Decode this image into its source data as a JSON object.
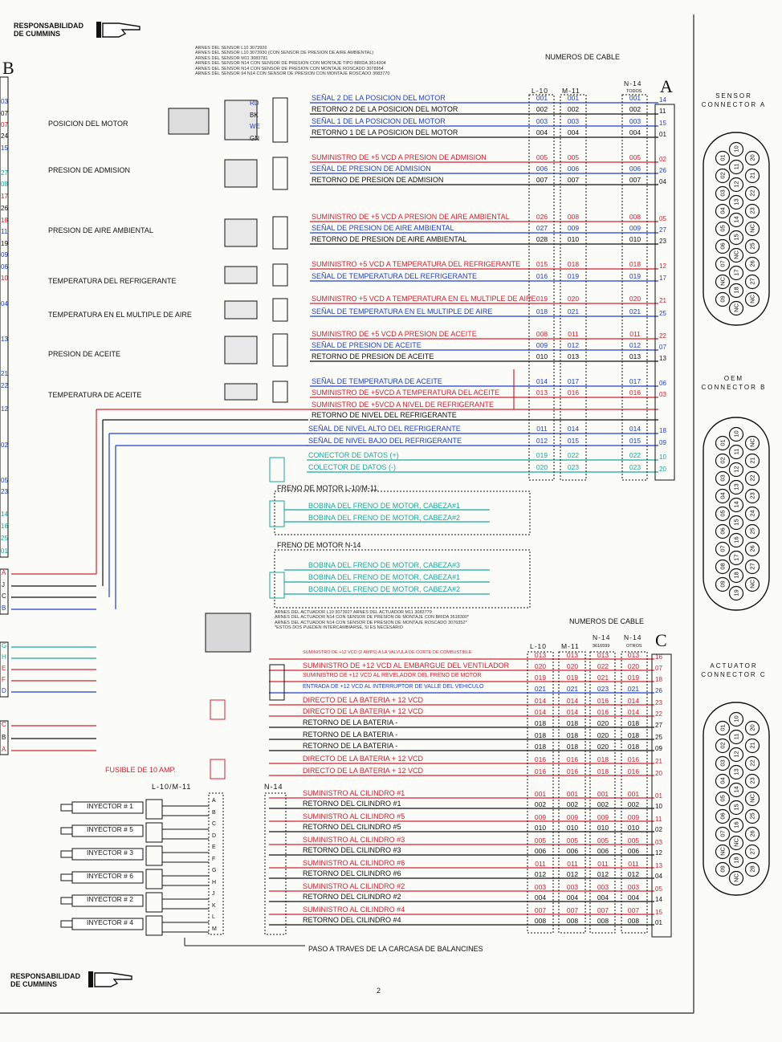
{
  "header": {
    "responsibility": [
      "RESPONSABILIDAD",
      "DE CUMMINS"
    ]
  },
  "footer": {
    "responsibility": [
      "RESPONSABILIDAD",
      "DE CUMMINS"
    ],
    "page_number": "2"
  },
  "connector_b_label": "B",
  "harness_notes": [
    "ARNES DEL SENSOR L10 3073926",
    "ARNES DEL SENSOR L10 3073930 (CON SENSOR DE PRESION DE AIRE AMBIENTAL)",
    "ARNES DEL SENSOR M11 3083781",
    "ARNES DEL SENSOR N14 CON SENSOR DE PRESION CON MONTAJE TIPO BRIDA 3614304",
    "ARNES DEL SENSOR N14 CON SENSOR DE PRESION CON MONTAJE ROSCADO 3078954",
    "ARNES DEL SENSOR 94 N14 CON SENSOR DE PRESION CON MONTAJE ROSCADO 3083770"
  ],
  "cable_numbers_title": "NUMEROS DE CABLE",
  "section_a": {
    "letter": "A",
    "columns": [
      "L-10",
      "M-11",
      "N-14"
    ],
    "n14_sub": "TODOS",
    "sensors": [
      "POSICION DEL MOTOR",
      "PRESION DE ADMISION",
      "PRESION DE AIRE AMBIENTAL",
      "TEMPERATURA DEL REFRIGERANTE",
      "TEMPERATURA EN EL MULTIPLE DE AIRE",
      "PRESION DE ACEITE",
      "TEMPERATURA DE ACEITE"
    ],
    "wire_colors": [
      "RD",
      "BK",
      "WE",
      "GN"
    ],
    "signals": [
      {
        "text": "SEÑAL 2 DE LA POSICION DEL MOTOR",
        "color": "#1f3fc8",
        "cols": [
          "001",
          "001",
          "001"
        ],
        "pin": "14"
      },
      {
        "text": "RETORNO 2 DE LA POSICION DEL MOTOR",
        "color": "#111",
        "cols": [
          "002",
          "002",
          "002"
        ],
        "pin": "11"
      },
      {
        "text": "SEÑAL 1 DE LA POSICION DEL MOTOR",
        "color": "#1f3fc8",
        "cols": [
          "003",
          "003",
          "003"
        ],
        "pin": "15"
      },
      {
        "text": "RETORNO 1 DE LA POSICION DEL MOTOR",
        "color": "#111",
        "cols": [
          "004",
          "004",
          "004"
        ],
        "pin": "01"
      },
      {
        "text": "SUMINISTRO DE +5 VCD A PRESION DE ADMISION",
        "color": "#d42030",
        "cols": [
          "005",
          "005",
          "005"
        ],
        "pin": "02"
      },
      {
        "text": "SEÑAL DE PRESION DE ADMISION",
        "color": "#1f3fc8",
        "cols": [
          "006",
          "006",
          "006"
        ],
        "pin": "26"
      },
      {
        "text": "RETORNO DE PRESION DE ADMISION",
        "color": "#111",
        "cols": [
          "007",
          "007",
          "007"
        ],
        "pin": "04"
      },
      {
        "text": "SUMINISTRO DE +5 VCD A PRESION DE AIRE AMBIENTAL",
        "color": "#d42030",
        "cols": [
          "026",
          "008",
          "008"
        ],
        "pin": "05"
      },
      {
        "text": "SEÑAL DE PRESION DE AIRE AMBIENTAL",
        "color": "#1f3fc8",
        "cols": [
          "027",
          "009",
          "009"
        ],
        "pin": "27"
      },
      {
        "text": "RETORNO DE PRESION DE AIRE AMBIENTAL",
        "color": "#111",
        "cols": [
          "028",
          "010",
          "010"
        ],
        "pin": "23"
      },
      {
        "text": "SUMINISTRO +5 VCD A TEMPERATURA DEL REFRIGERANTE",
        "color": "#d42030",
        "cols": [
          "015",
          "018",
          "018"
        ],
        "pin": "12"
      },
      {
        "text": "SEÑAL DE TEMPERATURA DEL REFRIGERANTE",
        "color": "#1f3fc8",
        "cols": [
          "016",
          "019",
          "019"
        ],
        "pin": "17"
      },
      {
        "text": "SUMINISTRO +5 VCD A TEMPERATURA EN EL MULTIPLE DE AIRE",
        "color": "#d42030",
        "cols": [
          "019",
          "020",
          "020"
        ],
        "pin": "21"
      },
      {
        "text": "SEÑAL DE TEMPERATURA EN EL MULTIPLE DE AIRE",
        "color": "#1f3fc8",
        "cols": [
          "018",
          "021",
          "021"
        ],
        "pin": "25"
      },
      {
        "text": "SUMINISTRO DE +5 VCD A PRESION DE ACEITE",
        "color": "#d42030",
        "cols": [
          "008",
          "011",
          "011"
        ],
        "pin": "22"
      },
      {
        "text": "SEÑAL DE PRESION DE ACEITE",
        "color": "#1f3fc8",
        "cols": [
          "009",
          "012",
          "012"
        ],
        "pin": "07"
      },
      {
        "text": "RETORNO DE PRESION DE ACEITE",
        "color": "#111",
        "cols": [
          "010",
          "013",
          "013"
        ],
        "pin": "13"
      },
      {
        "text": "SEÑAL DE TEMPERATURA DE ACEITE",
        "color": "#1f3fc8",
        "cols": [
          "014",
          "017",
          "017"
        ],
        "pin": "06"
      },
      {
        "text": "SUMINISTRO DE +5VCD A TEMPERATURA DEL ACEITE",
        "color": "#d42030",
        "cols": [
          "013",
          "016",
          "016"
        ],
        "pin": "03"
      },
      {
        "text": "SUMINISTRO DE +5VCD A NIVEL DE REFRIGERANTE",
        "color": "#d42030",
        "cols": [
          "",
          "",
          ""
        ],
        "pin": ""
      },
      {
        "text": "RETORNO DE NIVEL DEL REFRIGERANTE",
        "color": "#111",
        "cols": [
          "",
          "",
          ""
        ],
        "pin": ""
      },
      {
        "text": "SEÑAL DE  NIVEL ALTO DEL REFRIGERANTE",
        "color": "#1f3fc8",
        "cols": [
          "011",
          "014",
          "014"
        ],
        "pin": "18"
      },
      {
        "text": "SEÑAL DE  NIVEL BAJO DEL REFRIGERANTE",
        "color": "#1f3fc8",
        "cols": [
          "012",
          "015",
          "015"
        ],
        "pin": "09"
      },
      {
        "text": "CONECTOR DE DATOS (+)",
        "color": "#18a89a",
        "cols": [
          "019",
          "022",
          "022"
        ],
        "pin": "10"
      },
      {
        "text": "COLECTOR DE DATOS (-)",
        "color": "#18a89a",
        "cols": [
          "020",
          "023",
          "023"
        ],
        "pin": "20"
      }
    ]
  },
  "left_pins": [
    "03",
    "07",
    "07",
    "24",
    "15",
    "27",
    "08",
    "17",
    "26",
    "18",
    "11",
    "19",
    "09",
    "06",
    "10",
    "04",
    "13",
    "21",
    "22",
    "12",
    "02",
    "05",
    "23",
    "14",
    "16",
    "25",
    "01"
  ],
  "left_letters": [
    "A",
    "J",
    "C",
    "B",
    "G",
    "H",
    "E",
    "F",
    "D",
    "C",
    "B",
    "A"
  ],
  "brake_l10": {
    "title": "FRENO DE MOTOR L-10/M-11",
    "items": [
      "BOBINA DEL FRENO DE MOTOR, CABEZA#1",
      "BOBINA DEL FRENO DE MOTOR, CABEZA#2"
    ]
  },
  "brake_n14": {
    "title": "FRENO DE MOTOR N-14",
    "items": [
      "BOBINA DEL FRENO DE MOTOR, CABEZA#3",
      "BOBINA DEL FRENO DE MOTOR, CABEZA#1",
      "BOBINA DEL FRENO DE MOTOR, CABEZA#2"
    ]
  },
  "actuator_notes": [
    "ARNES DEL ACTUADOR L10 3073927        ARNES DEL ACTUADOR  M11 3083779",
    "ARNES DEL ACTUADOR N14 CON SENSOR DE PRESION DE MONTAJE CON BRIDA 3618300*",
    "ARNES DEL ACTUADOR N14 CON SENSOR DE PRESION DE MONTAJE ROSCADO 3076352*",
    "*ESTOS DOS PUEDEN INTERCAMBIARSE, SI ES NECESARIO"
  ],
  "section_c": {
    "letter": "C",
    "columns": [
      "L-10",
      "M-11",
      "N-14",
      "N-14"
    ],
    "col_subs": [
      "",
      "",
      "3616599",
      "OTROS"
    ],
    "fuse": "FUSIBLE DE 10 AMP.",
    "signals": [
      {
        "text": "SUMINISTRO DE +12 VCD (2 AMPS) A LA VALVULA DE CORTE DE COMBUSTIBLE",
        "color": "#d42030",
        "size": "5.5",
        "cols": [
          "013",
          "013",
          "013",
          "013"
        ],
        "pin": "16"
      },
      {
        "text": "SUMINISTRO DE +12 VCD AL EMBARGUE DEL VENTILADOR",
        "color": "#d42030",
        "size": "9",
        "cols": [
          "020",
          "020",
          "022",
          "020"
        ],
        "pin": "07"
      },
      {
        "text": "SUMINISTRO DE +12 VCD AL REVELADOR DEL FRENO DE MOTOR",
        "color": "#d42030",
        "size": "7",
        "cols": [
          "019",
          "019",
          "021",
          "019"
        ],
        "pin": "18"
      },
      {
        "text": "ENTRADA DE +12 VCD AL INTERRUPTOR DE VALLE DEL VEHICULO",
        "color": "#1f3fc8",
        "size": "7",
        "cols": [
          "021",
          "021",
          "023",
          "021"
        ],
        "pin": "26"
      },
      {
        "text": "DIRECTO DE LA BATERIA + 12 VCD",
        "color": "#d42030",
        "size": "9",
        "cols": [
          "014",
          "014",
          "016",
          "014"
        ],
        "pin": "23"
      },
      {
        "text": "DIRECTO DE LA BATERIA + 12 VCD",
        "color": "#d42030",
        "size": "9",
        "cols": [
          "014",
          "014",
          "016",
          "014"
        ],
        "pin": "22"
      },
      {
        "text": "RETORNO DE LA BATERIA -",
        "color": "#111",
        "size": "9",
        "cols": [
          "018",
          "018",
          "020",
          "018"
        ],
        "pin": "27"
      },
      {
        "text": "RETORNO DE LA BATERIA -",
        "color": "#111",
        "size": "9",
        "cols": [
          "018",
          "018",
          "020",
          "018"
        ],
        "pin": "25"
      },
      {
        "text": "RETORNO DE LA BATERIA -",
        "color": "#111",
        "size": "9",
        "cols": [
          "018",
          "018",
          "020",
          "018"
        ],
        "pin": "09"
      },
      {
        "text": "DIRECTO DE LA BATERIA + 12 VCD",
        "color": "#d42030",
        "size": "9",
        "cols": [
          "016",
          "016",
          "018",
          "016"
        ],
        "pin": "21"
      },
      {
        "text": "DIRECTO DE LA BATERIA + 12 VCD",
        "color": "#d42030",
        "size": "9",
        "cols": [
          "016",
          "016",
          "018",
          "016"
        ],
        "pin": "20"
      },
      {
        "text": "SUMINISTRO AL CILINDRO #1",
        "color": "#d42030",
        "size": "9",
        "cols": [
          "001",
          "001",
          "001",
          "001"
        ],
        "pin": "01"
      },
      {
        "text": "RETORNO DEL CILINDRO #1",
        "color": "#111",
        "size": "9",
        "cols": [
          "002",
          "002",
          "002",
          "002"
        ],
        "pin": "10"
      },
      {
        "text": "SUMINISTRO AL CILINDRO #5",
        "color": "#d42030",
        "size": "9",
        "cols": [
          "009",
          "009",
          "009",
          "009"
        ],
        "pin": "11"
      },
      {
        "text": "RETORNO DEL CILINDRO #5",
        "color": "#111",
        "size": "9",
        "cols": [
          "010",
          "010",
          "010",
          "010"
        ],
        "pin": "02"
      },
      {
        "text": "SUMINISTRO AL CILINDRO #3",
        "color": "#d42030",
        "size": "9",
        "cols": [
          "005",
          "005",
          "005",
          "005"
        ],
        "pin": "03"
      },
      {
        "text": "RETORNO DEL CILINDRO #3",
        "color": "#111",
        "size": "9",
        "cols": [
          "006",
          "006",
          "006",
          "006"
        ],
        "pin": "12"
      },
      {
        "text": "SUMINISTRO AL CILINDRO #6",
        "color": "#d42030",
        "size": "9",
        "cols": [
          "011",
          "011",
          "011",
          "011"
        ],
        "pin": "13"
      },
      {
        "text": "RETORNO DEL CILINDRO #6",
        "color": "#111",
        "size": "9",
        "cols": [
          "012",
          "012",
          "012",
          "012"
        ],
        "pin": "04"
      },
      {
        "text": "SUMINISTRO AL CILINDRO #2",
        "color": "#d42030",
        "size": "9",
        "cols": [
          "003",
          "003",
          "003",
          "003"
        ],
        "pin": "05"
      },
      {
        "text": "RETORNO DEL CILINDRO #2",
        "color": "#111",
        "size": "9",
        "cols": [
          "004",
          "004",
          "004",
          "004"
        ],
        "pin": "14"
      },
      {
        "text": "SUMINISTRO AL CILINDRO #4",
        "color": "#d42030",
        "size": "9",
        "cols": [
          "007",
          "007",
          "007",
          "007"
        ],
        "pin": "15"
      },
      {
        "text": "RETORNO DEL CILINDRO #4",
        "color": "#111",
        "size": "9",
        "cols": [
          "008",
          "008",
          "008",
          "008"
        ],
        "pin": "01"
      }
    ],
    "injector_group_labels": [
      "L-10/M-11",
      "N-14"
    ],
    "injectors": [
      "INYECTOR # 1",
      "INYECTOR # 5",
      "INYECTOR # 3",
      "INYECTOR # 6",
      "INYECTOR # 2",
      "INYECTOR # 4"
    ],
    "mid_letters": [
      "A",
      "B",
      "C",
      "D",
      "E",
      "F",
      "G",
      "H",
      "J",
      "K",
      "L",
      "M"
    ],
    "passthrough": "PASO A TRAVES DE LA CARCASA DE BALANCINES"
  },
  "connector_views": [
    {
      "title": [
        "SENSOR",
        "CONNECTOR A"
      ],
      "outer": [
        "09",
        "NC",
        "07",
        "06",
        "05",
        "04",
        "03",
        "02",
        "01"
      ],
      "middle": [
        "NC",
        "18",
        "17",
        "NC",
        "15",
        "14",
        "13",
        "12",
        "11",
        "10"
      ],
      "inner": [
        "NC",
        "27",
        "26",
        "25",
        "NC",
        "23",
        "22",
        "21",
        "20"
      ]
    },
    {
      "title": [
        "OEM",
        "CONNECTOR B"
      ],
      "outer": [
        "09",
        "08",
        "07",
        "06",
        "05",
        "04",
        "03",
        "02",
        "01"
      ],
      "middle": [
        "19",
        "18",
        "17",
        "16",
        "15",
        "14",
        "13",
        "12",
        "11",
        "10"
      ],
      "inner": [
        "NC",
        "27",
        "26",
        "25",
        "24",
        "23",
        "22",
        "21",
        "NC"
      ]
    },
    {
      "title": [
        "ACTUATOR",
        "CONNECTOR C"
      ],
      "outer": [
        "09",
        "NC",
        "07",
        "06",
        "05",
        "04",
        "03",
        "02",
        "01"
      ],
      "middle": [
        "NC",
        "18",
        "NC",
        "16",
        "15",
        "14",
        "13",
        "12",
        "11",
        "10"
      ],
      "inner": [
        "28",
        "27",
        "26",
        "25",
        "NC",
        "23",
        "22",
        "21",
        "20"
      ]
    }
  ],
  "pin_labels": {
    "a": ">A<",
    "b": ">B<",
    "c": ">C<",
    "d": ">D<"
  },
  "pin_labels_ctrl": {
    "a": "<A<",
    "b": "<B<"
  }
}
